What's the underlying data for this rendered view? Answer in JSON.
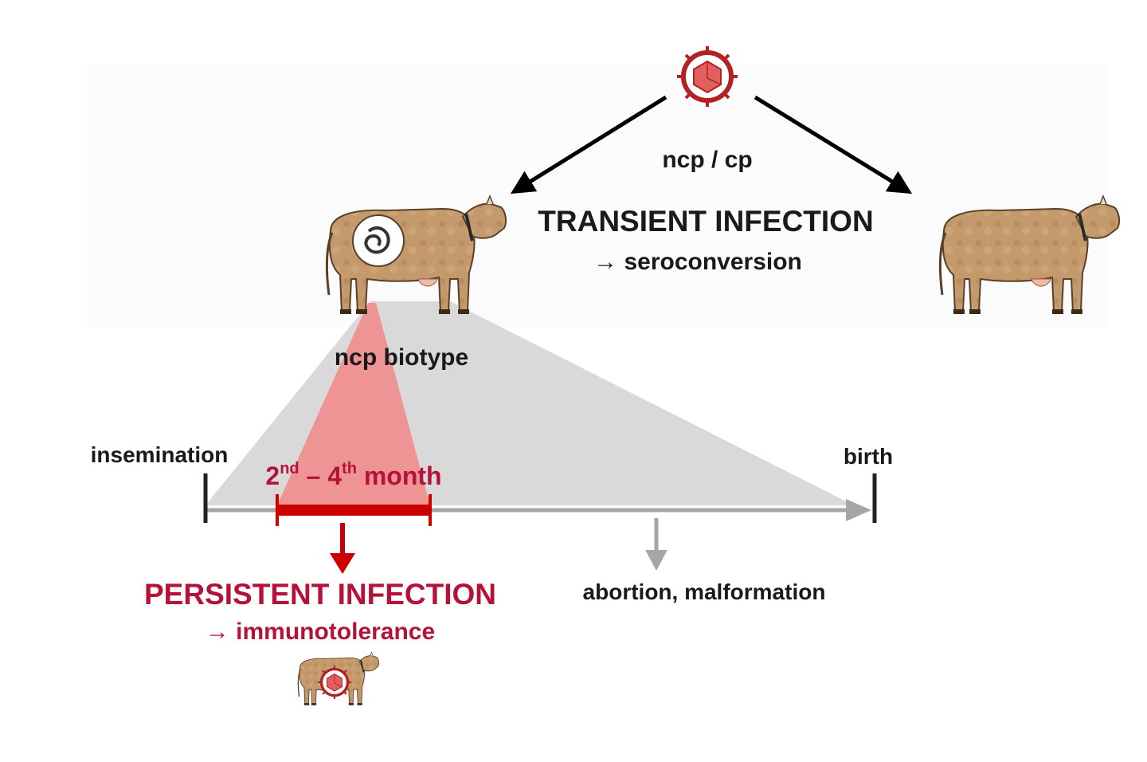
{
  "virus": {
    "label": "ncp / cp",
    "icon": "virus-icon"
  },
  "transient": {
    "title": "TRANSIENT INFECTION",
    "subtitle": "→ seroconversion"
  },
  "biotype_label": "ncp biotype",
  "timeline": {
    "start_label": "insemination",
    "end_label": "birth",
    "window": {
      "start_num": "2",
      "start_suffix": "nd",
      "dash": " – ",
      "end_num": "4",
      "end_suffix": "th",
      "unit": " month"
    }
  },
  "persistent": {
    "title": "PERSISTENT INFECTION",
    "subtitle": "→ immunotolerance"
  },
  "outcome_label": "abortion, malformation",
  "colors": {
    "persistent_red": "#b5123a",
    "window_red": "#cc0000",
    "window_fill": "#f08c8c",
    "gestation_grey": "#d9d9d9",
    "axis_grey": "#a6a6a6",
    "cow_brown": "#c49a6c",
    "virus_red": "#b22222"
  }
}
